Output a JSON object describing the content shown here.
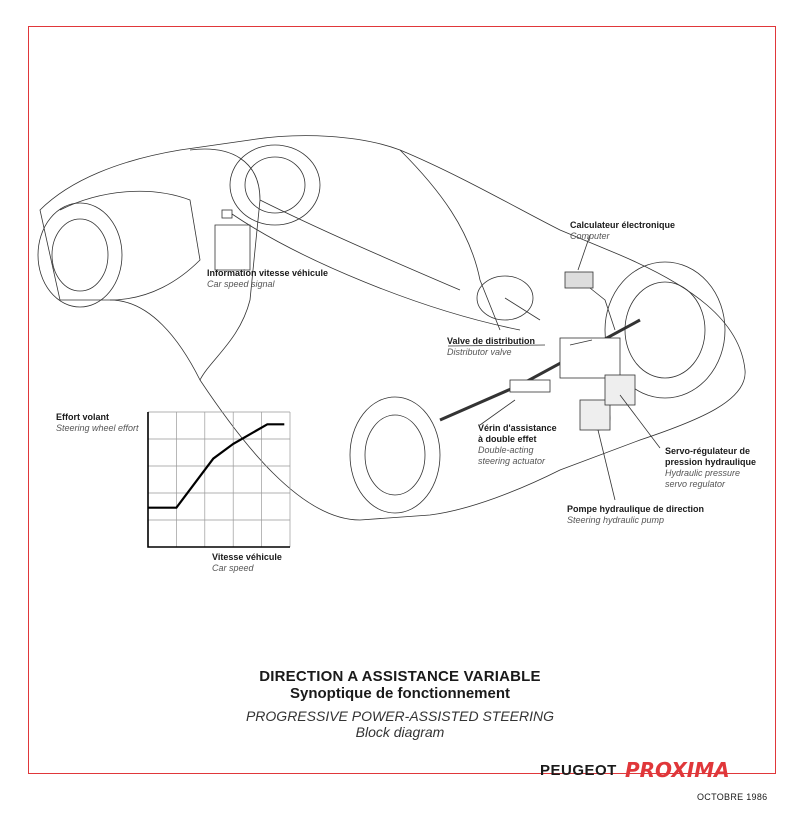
{
  "labels": {
    "speed_signal": {
      "fr": "Information vitesse véhicule",
      "en": "Car speed signal"
    },
    "computer": {
      "fr": "Calculateur électronique",
      "en": "Computer"
    },
    "valve": {
      "fr": "Valve de distribution",
      "en": "Distributor valve"
    },
    "actuator": {
      "fr1": "Vérin d'assistance",
      "fr2": "à double effet",
      "en1": "Double-acting",
      "en2": "steering actuator"
    },
    "regulator": {
      "fr1": "Servo-régulateur de",
      "fr2": "pression hydraulique",
      "en1": "Hydraulic pressure",
      "en2": "servo regulator"
    },
    "pump": {
      "fr": "Pompe hydraulique de direction",
      "en": "Steering hydraulic pump"
    }
  },
  "graph": {
    "ylabel_fr": "Effort volant",
    "ylabel_en": "Steering wheel effort",
    "xlabel_fr": "Vitesse véhicule",
    "xlabel_en": "Car speed"
  },
  "chart_data": {
    "type": "line",
    "title": "",
    "xlabel": "Vitesse véhicule / Car speed",
    "ylabel": "Effort volant / Steering wheel effort",
    "grid": true,
    "x": [
      0,
      1.0,
      2.3,
      3.0,
      4.2,
      4.8
    ],
    "values": [
      1.6,
      1.6,
      3.6,
      4.2,
      5.0,
      5.0
    ],
    "xlim": [
      0,
      5
    ],
    "ylim": [
      0,
      5.5
    ]
  },
  "title": {
    "line1": "DIRECTION A ASSISTANCE VARIABLE",
    "line2": "Synoptique de fonctionnement",
    "line3": "PROGRESSIVE POWER-ASSISTED STEERING",
    "line4": "Block diagram"
  },
  "brand": "PEUGEOT",
  "model": "PROXIMA",
  "date": "OCTOBRE 1986",
  "colors": {
    "accent": "#e0373a"
  }
}
